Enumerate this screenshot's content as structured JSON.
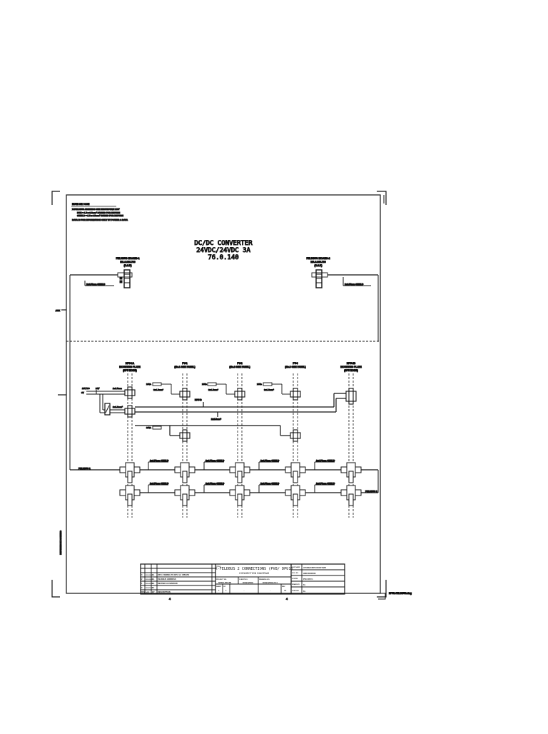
{
  "drawing": {
    "notes_header": "NOTE ON / CON",
    "notes": [
      "X-FELDBUS ADDRESS SEE RESPECTIVE LIST",
      "DUE = 1.5 x 0.5mm² PAIRED FOR RETURN",
      "SHIELD = 1.5 x 0.5mm² PAIRED FOR RETURN",
      "DATA IS FOR INFORMATION ONLY BY POWER & DATA"
    ],
    "title_lines": [
      "DC/DC CONVERTER",
      "24VDC/24VDC 3A",
      "76.0.140"
    ],
    "top_devices": [
      {
        "label1": "FELDBUS MOAMS-1",
        "label2": "MA.0.910.700",
        "label3": "(C.0.K)",
        "cable": "1x0.75mm SHIELD"
      },
      {
        "label1": "FELDBUS MOAMS-2",
        "label2": "MA.0.910.700",
        "label3": "(C.0.K)",
        "cable": "1x0.75mm SHIELD"
      }
    ],
    "side_marker_top": "AUX",
    "columns": [
      {
        "id": "DPU-1A",
        "label1": "DPU-1A",
        "label2": "MOUNTING PLATE",
        "label3": "(DPU NODE)"
      },
      {
        "id": "PV-1",
        "label1": "PV-1",
        "label2": "(No.1 GEN PANEL)",
        "label3": ""
      },
      {
        "id": "PV-2",
        "label1": "PV-2",
        "label2": "(No.2 GEN PANEL)",
        "label3": ""
      },
      {
        "id": "PV-3",
        "label1": "PV-3",
        "label2": "(No.3 GEN PANEL)",
        "label3": ""
      },
      {
        "id": "DPU-1B",
        "label1": "DPU-1B",
        "label2": "MOUNTING PLATE",
        "label3": "(DPU NODE)"
      }
    ],
    "left_inputs": {
      "label_a": "24V DC",
      "label_b": "24V",
      "label_c": "0V",
      "cable_a": "2x1.5mm",
      "cable_b": "2x1.5mm²"
    },
    "term_labels": [
      "DPU-B",
      "2x1.5mm²"
    ],
    "bus_cables": [
      "1x0.75mm SHIELD",
      "1x0.75mm SHIELD",
      "1x0.75mm SHIELD",
      "1x0.75mm SHIELD"
    ],
    "bus_in_label": "FELDBUS 1",
    "bus_out_label": "FELDBUS 2",
    "side_vertical_text": "REFERENCE DRAWING",
    "file_ref": "DPU1-FELDBUS.dwg",
    "zone_marks": [
      "4",
      "4"
    ]
  },
  "title_block": {
    "revisions": [
      {
        "rev": "",
        "date": "",
        "by": "",
        "desc": ""
      },
      {
        "rev": "",
        "date": "",
        "by": "",
        "desc": ""
      },
      {
        "rev": "3",
        "date": "2005-08-12",
        "by": "KL",
        "desc": "DPU-1 WIRING TO DPU 1-2 UPDATE"
      },
      {
        "rev": "2",
        "date": "2005-06-21",
        "by": "KL",
        "desc": "FELDBUS ADDRESS"
      },
      {
        "rev": "1",
        "date": "2005-03-15",
        "by": "KL",
        "desc": "REVISED AS MARKED"
      },
      {
        "rev": "0",
        "date": "2004-11-30",
        "by": "KL",
        "desc": ""
      }
    ],
    "rev_headers": {
      "rev": "REV",
      "date": "DATE",
      "by": "BY",
      "desc": "DESCRIPTION"
    },
    "title_label": "TITLE",
    "title_main": "X-FELDBUS 2 CONNECTIONS (PV8/ DPU1)",
    "title_sub": "CONNECTION DIAGRAM",
    "project_label": "PROJECT NO.",
    "project_value": "5PSD-05/138",
    "client_label": "CLIENT NO.",
    "client_value": "K00/12509",
    "drawing_label": "DRAWING NO.",
    "drawing_value": "K00/12509-F14",
    "sheet_label": "SHEET",
    "sheet_value": "1",
    "of_label": "OF",
    "of_value": "1",
    "mid_value": "-",
    "rev_label": "REV",
    "rev_value": "03",
    "scale_value": "-",
    "info": [
      {
        "label": "SHIP NAME",
        "value": "HYUNDAI MIPO DOCKYARD"
      },
      {
        "label": "HULL NO.",
        "value": "HDM 0000/0000"
      },
      {
        "label": "SYSTEM",
        "value": "PV8 / DPU 1"
      },
      {
        "label": "DRAWN BY",
        "value": "KL"
      },
      {
        "label": "CHECKED",
        "value": "KL"
      }
    ]
  }
}
